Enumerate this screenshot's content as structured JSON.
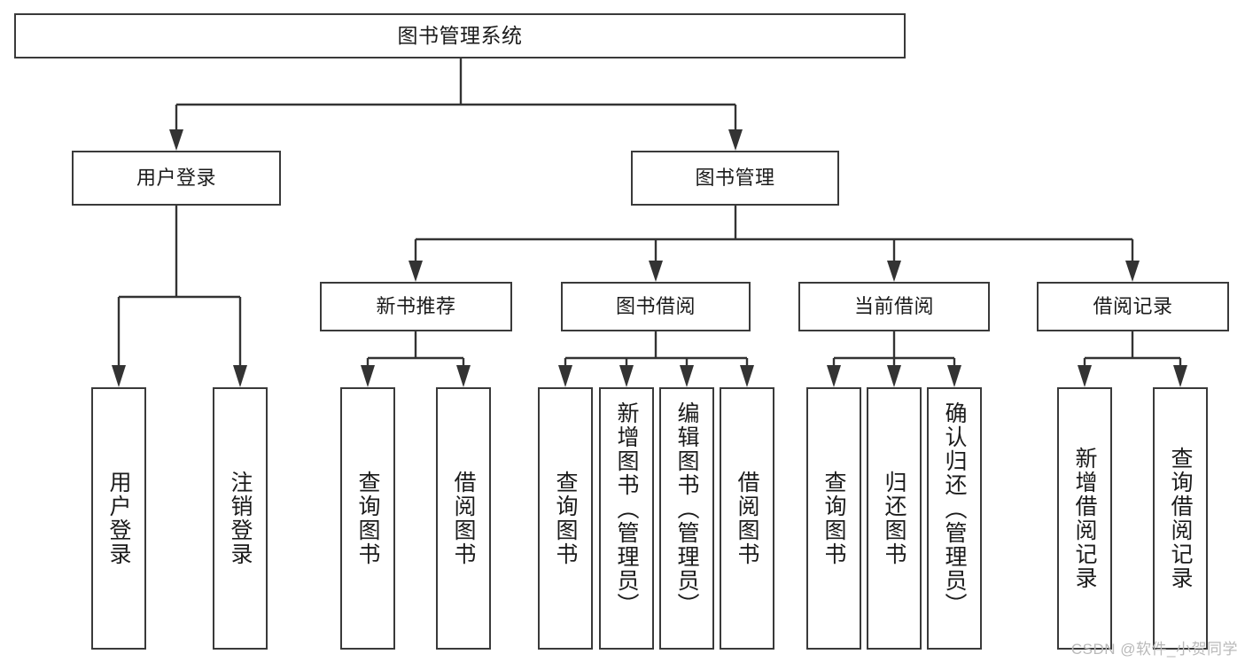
{
  "diagram": {
    "title": "图书管理系统",
    "type": "tree-hierarchy",
    "root": {
      "label": "图书管理系统"
    },
    "level1": [
      {
        "label": "用户登录"
      },
      {
        "label": "图书管理"
      }
    ],
    "level2": [
      {
        "label": "新书推荐"
      },
      {
        "label": "图书借阅"
      },
      {
        "label": "当前借阅"
      },
      {
        "label": "借阅记录"
      }
    ],
    "leaves": {
      "user_login": [
        {
          "label": "用户登录"
        },
        {
          "label": "注销登录"
        }
      ],
      "new_book_recommend": [
        {
          "label": "查询图书"
        },
        {
          "label": "借阅图书"
        }
      ],
      "book_borrow": [
        {
          "label": "查询图书"
        },
        {
          "label": "新增图书（管理员）"
        },
        {
          "label": "编辑图书（管理员）"
        },
        {
          "label": "借阅图书"
        }
      ],
      "current_borrow": [
        {
          "label": "查询图书"
        },
        {
          "label": "归还图书"
        },
        {
          "label": "确认归还（管理员）"
        }
      ],
      "borrow_record": [
        {
          "label": "新增借阅记录"
        },
        {
          "label": "查询借阅记录"
        }
      ]
    }
  },
  "watermark": {
    "text": "CSDN @软件_小贺同学"
  },
  "colors": {
    "stroke": "#333333",
    "box_border": "#3a3a3a",
    "text": "#1b1b1b",
    "background": "#ffffff",
    "watermark": "#b9b9b9"
  }
}
